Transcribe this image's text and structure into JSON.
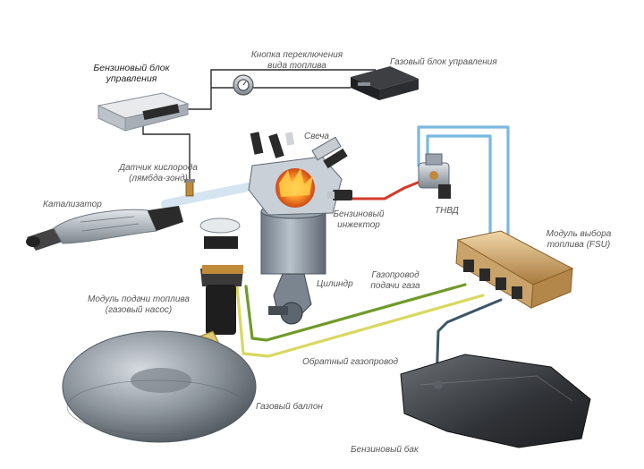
{
  "labels": {
    "petrol_ecu_line1": "Бензиновый блок",
    "petrol_ecu_line2": "управления",
    "switch_button_line1": "Кнопка переключения",
    "switch_button_line2": "вида топлива",
    "gas_ecu": "Газовый блок управления",
    "spark_plug": "Свеча",
    "oxygen_sensor_line1": "Датчик кислорода",
    "oxygen_sensor_line2": "(лямбда-зонд)",
    "catalyst": "Катализатор",
    "petrol_injector_line1": "Бензиновый",
    "petrol_injector_line2": "инжектор",
    "hpfp": "ТНВД",
    "fsu_line1": "Модуль выбора",
    "fsu_line2": "топлива (FSU)",
    "gas_supply_line1": "Газопровод",
    "gas_supply_line2": "подачи газа",
    "cylinder": "Цилиндр",
    "fuel_module_line1": "Модуль подачи топлива",
    "fuel_module_line2": "(газовый насос)",
    "return_line": "Обратный газопровод",
    "gas_tank": "Газовый баллон",
    "petrol_tank": "Бензиновый бак"
  },
  "colors": {
    "wire": "#2a2a2a",
    "pipe_blue": "#7ab8e0",
    "pipe_green": "#6f9a2a",
    "pipe_yellow": "#d8d860",
    "pipe_red": "#d63a2a",
    "pipe_dark": "#3b5566",
    "metal": "#9aa3ad",
    "tank": "#8b929a",
    "petrol_tank": "#3a3d42"
  }
}
